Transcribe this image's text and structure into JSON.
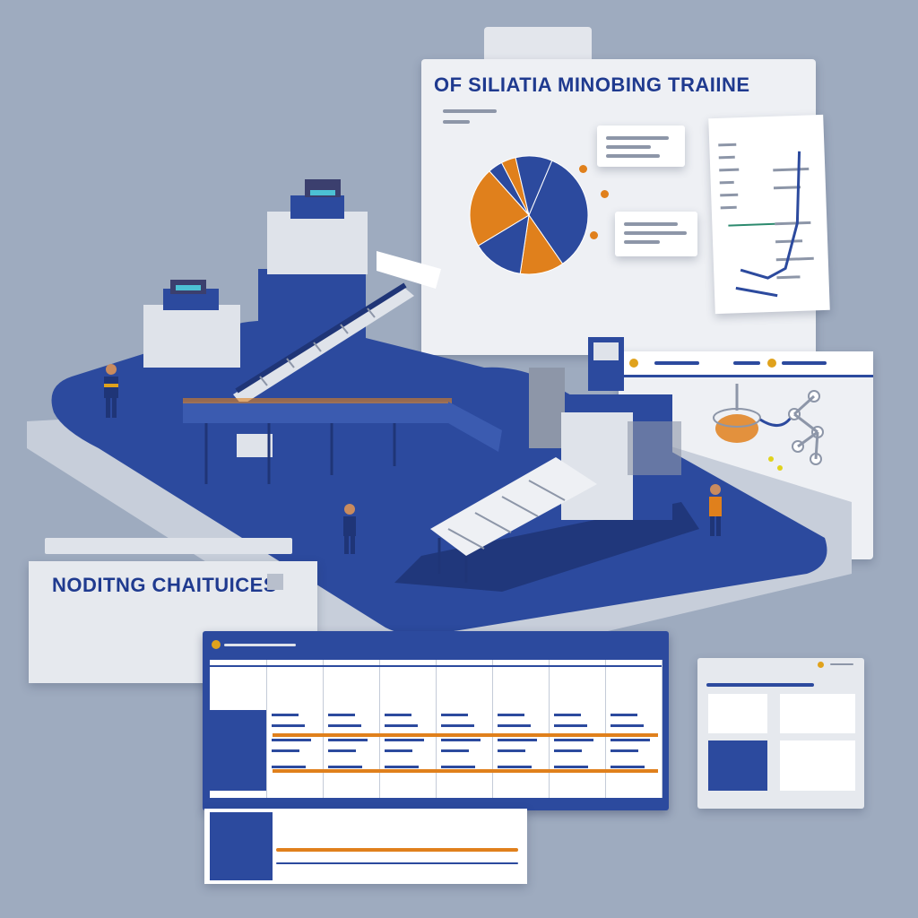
{
  "top_panel": {
    "title": "OF SILIATIA MINOBING TRAIINE"
  },
  "side_banner": {
    "title": "NODITNG CHAITUICES"
  },
  "pie_chart": {
    "slices": [
      {
        "value": 0.34,
        "color": "#2c4a9e"
      },
      {
        "value": 0.12,
        "color": "#e0801c"
      },
      {
        "value": 0.14,
        "color": "#2c4a9e"
      },
      {
        "value": 0.22,
        "color": "#e0801c"
      },
      {
        "value": 0.04,
        "color": "#2c4a9e"
      },
      {
        "value": 0.04,
        "color": "#e0801c"
      },
      {
        "value": 0.1,
        "color": "#2c4a9e"
      }
    ]
  },
  "colors": {
    "primary": "#2c4a9e",
    "accent": "#e0801c",
    "background": "#9eabbf",
    "panel": "#eef0f4"
  },
  "icons": [
    "pie-chart-icon",
    "document-icon",
    "conveyor-icon",
    "worker-icon",
    "robot-arm-icon",
    "machine-icon"
  ]
}
